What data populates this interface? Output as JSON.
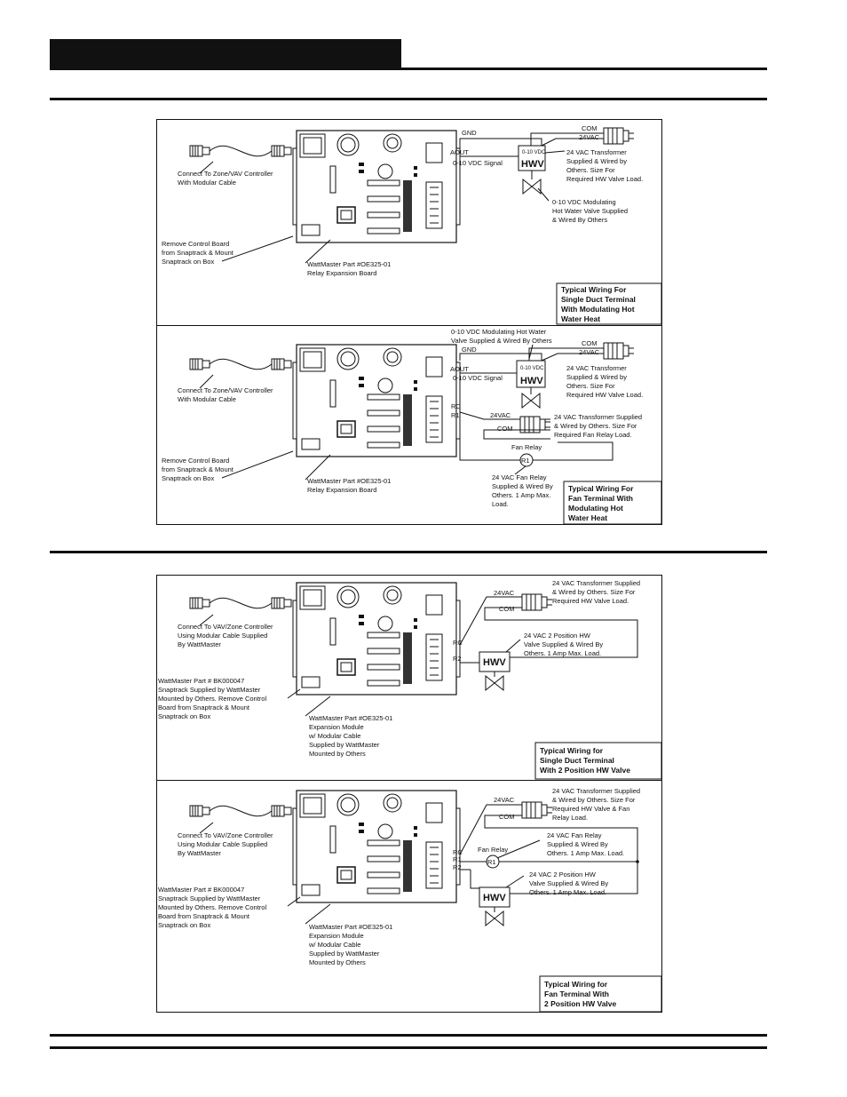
{
  "diagrams": [
    {
      "cable_label": [
        "Connect To Zone/VAV Controller",
        "With Modular Cable"
      ],
      "board_label": [
        "Remove Control Board",
        "from Snaptrack & Mount",
        "Snaptrack on Box"
      ],
      "part_label": [
        "WattMaster Part #OE325-01",
        "Relay Expansion Board"
      ],
      "terminals": [
        "GND",
        "AOUT",
        "0-10 VDC Signal"
      ],
      "transformer_terminals": [
        "COM",
        "24VAC"
      ],
      "transformer_note": [
        "24 VAC Transformer",
        "Supplied & Wired by",
        "Others. Size For",
        "Required HW Valve Load."
      ],
      "valve_box": [
        "0-10 VDC",
        "HWV"
      ],
      "valve_note": [
        "0-10 VDC Modulating",
        "Hot Water Valve Supplied",
        "& Wired By Others"
      ],
      "caption": [
        "Typical Wiring For",
        "Single Duct Terminal",
        "With Modulating Hot",
        "Water Heat"
      ]
    },
    {
      "cable_label": [
        "Connect To Zone/VAV Controller",
        "With Modular Cable"
      ],
      "board_label": [
        "Remove Control Board",
        "from Snaptrack & Mount",
        "Snaptrack on Box"
      ],
      "part_label": [
        "WattMaster Part #OE325-01",
        "Relay Expansion Board"
      ],
      "valve_note_top": [
        "0-10 VDC Modulating Hot Water",
        "Valve Supplied & Wired By Others"
      ],
      "terminals": [
        "GND",
        "AOUT",
        "0-10 VDC Signal",
        "RC",
        "R1",
        "24VAC",
        "COM",
        "Fan Relay",
        "R1"
      ],
      "transformer_terminals": [
        "COM",
        "24VAC"
      ],
      "transformer_note": [
        "24 VAC Transformer",
        "Supplied & Wired by",
        "Others. Size For",
        "Required HW Valve Load."
      ],
      "fan_transformer_note": [
        "24 VAC Transformer Supplied",
        "& Wired by Others. Size For",
        "Required Fan Relay Load."
      ],
      "valve_box": [
        "0-10 VDC",
        "HWV"
      ],
      "relay_note": [
        "24 VAC Fan Relay",
        "Supplied & Wired By",
        "Others. 1 Amp Max.",
        "Load."
      ],
      "caption": [
        "Typical Wiring For",
        "Fan Terminal With",
        "Modulating Hot",
        "Water Heat"
      ]
    },
    {
      "cable_label": [
        "Connect To VAV/Zone Controller",
        "Using Modular Cable Supplied",
        "By WattMaster"
      ],
      "board_label": [
        "WattMaster Part # BK000047",
        "Snaptrack Supplied by WattMaster",
        "Mounted by Others. Remove Control",
        "Board from Snaptrack & Mount",
        "Snaptrack on Box"
      ],
      "part_label": [
        "WattMaster Part #OE325-01",
        "Expansion Module",
        "w/ Modular Cable",
        "Supplied by WattMaster",
        "Mounted by Others"
      ],
      "terminals": [
        "24VAC",
        "COM",
        "RC",
        "R2"
      ],
      "transformer_note": [
        "24 VAC Transformer Supplied",
        "& Wired by Others. Size For",
        "Required HW Valve Load."
      ],
      "valve_box": [
        "HWV"
      ],
      "valve_note": [
        "24 VAC 2 Position HW",
        "Valve Supplied & Wired By",
        "Others. 1 Amp Max. Load."
      ],
      "caption": [
        "Typical Wiring for",
        "Single Duct Terminal",
        "With 2 Position HW Valve"
      ]
    },
    {
      "cable_label": [
        "Connect To VAV/Zone Controller",
        "Using Modular Cable Supplied",
        "By WattMaster"
      ],
      "board_label": [
        "WattMaster Part # BK000047",
        "Snaptrack Supplied by WattMaster",
        "Mounted by Others. Remove Control",
        "Board from Snaptrack & Mount",
        "Snaptrack on Box"
      ],
      "part_label": [
        "WattMaster Part #OE325-01",
        "Expansion Module",
        "w/ Modular Cable",
        "Supplied by WattMaster",
        "Mounted by Others"
      ],
      "terminals": [
        "24VAC",
        "COM",
        "RC",
        "R1",
        "R2",
        "Fan Relay",
        "R1"
      ],
      "transformer_note": [
        "24 VAC Transformer Supplied",
        "& Wired by Others. Size For",
        "Required HW Valve & Fan",
        "Relay Load."
      ],
      "relay_note": [
        "24 VAC Fan Relay",
        "Supplied & Wired By",
        "Others. 1 Amp Max. Load."
      ],
      "valve_box": [
        "HWV"
      ],
      "valve_note": [
        "24 VAC 2 Position HW",
        "Valve Supplied & Wired By",
        "Others. 1 Amp Max. Load."
      ],
      "caption": [
        "Typical Wiring for",
        "Fan Terminal With",
        "2 Position HW Valve"
      ]
    }
  ]
}
